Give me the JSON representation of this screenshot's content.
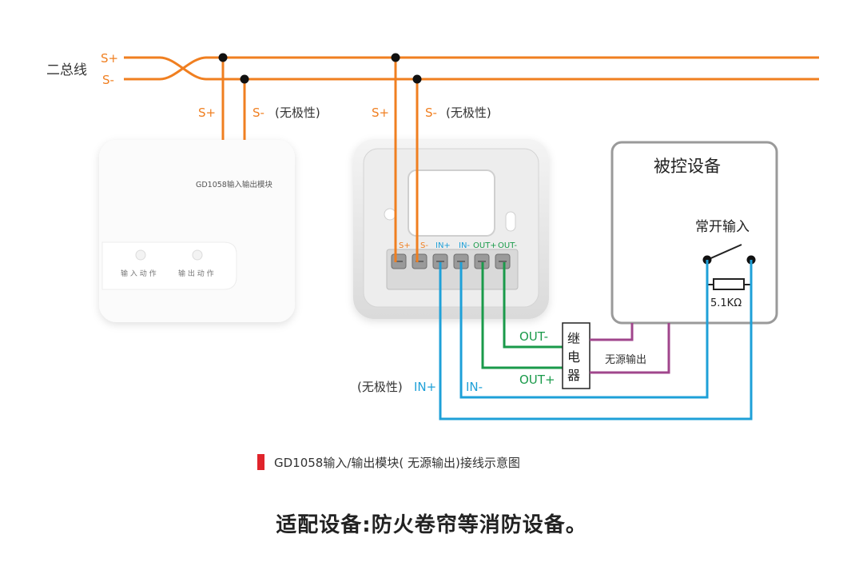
{
  "colors": {
    "bus": "#f07f20",
    "input": "#1ea0d8",
    "output": "#1a9a4a",
    "dry": "#a0468c",
    "marker": "#e0242b"
  },
  "bus": {
    "label": "二总线",
    "s_plus": "S+",
    "s_minus": "S-"
  },
  "module_front": {
    "model": "GD1058输入输出模块",
    "input_led": "输 入 动 作",
    "output_led": "输 出 动 作",
    "s_plus": "S+",
    "s_minus": "S-",
    "nonpolar": "(无极性)"
  },
  "module_base": {
    "s_plus": "S+",
    "s_minus": "S-",
    "nonpolar": "(无极性)",
    "terminals": [
      "S+",
      "S-",
      "IN+",
      "IN-",
      "OUT+",
      "OUT-"
    ]
  },
  "controlled_device": {
    "title": "被控设备",
    "input_label": "常开输入",
    "resistor": "5.1KΩ"
  },
  "relay": {
    "chars": [
      "继",
      "电",
      "器"
    ],
    "out_minus": "OUT-",
    "out_plus": "OUT+",
    "dry_output": "无源输出"
  },
  "input_wires": {
    "nonpolar": "(无极性)",
    "in_plus": "IN+",
    "in_minus": "IN-"
  },
  "caption": "GD1058输入/输出模块( 无源输出)接线示意图",
  "footer": "适配设备:防火卷帘等消防设备。"
}
